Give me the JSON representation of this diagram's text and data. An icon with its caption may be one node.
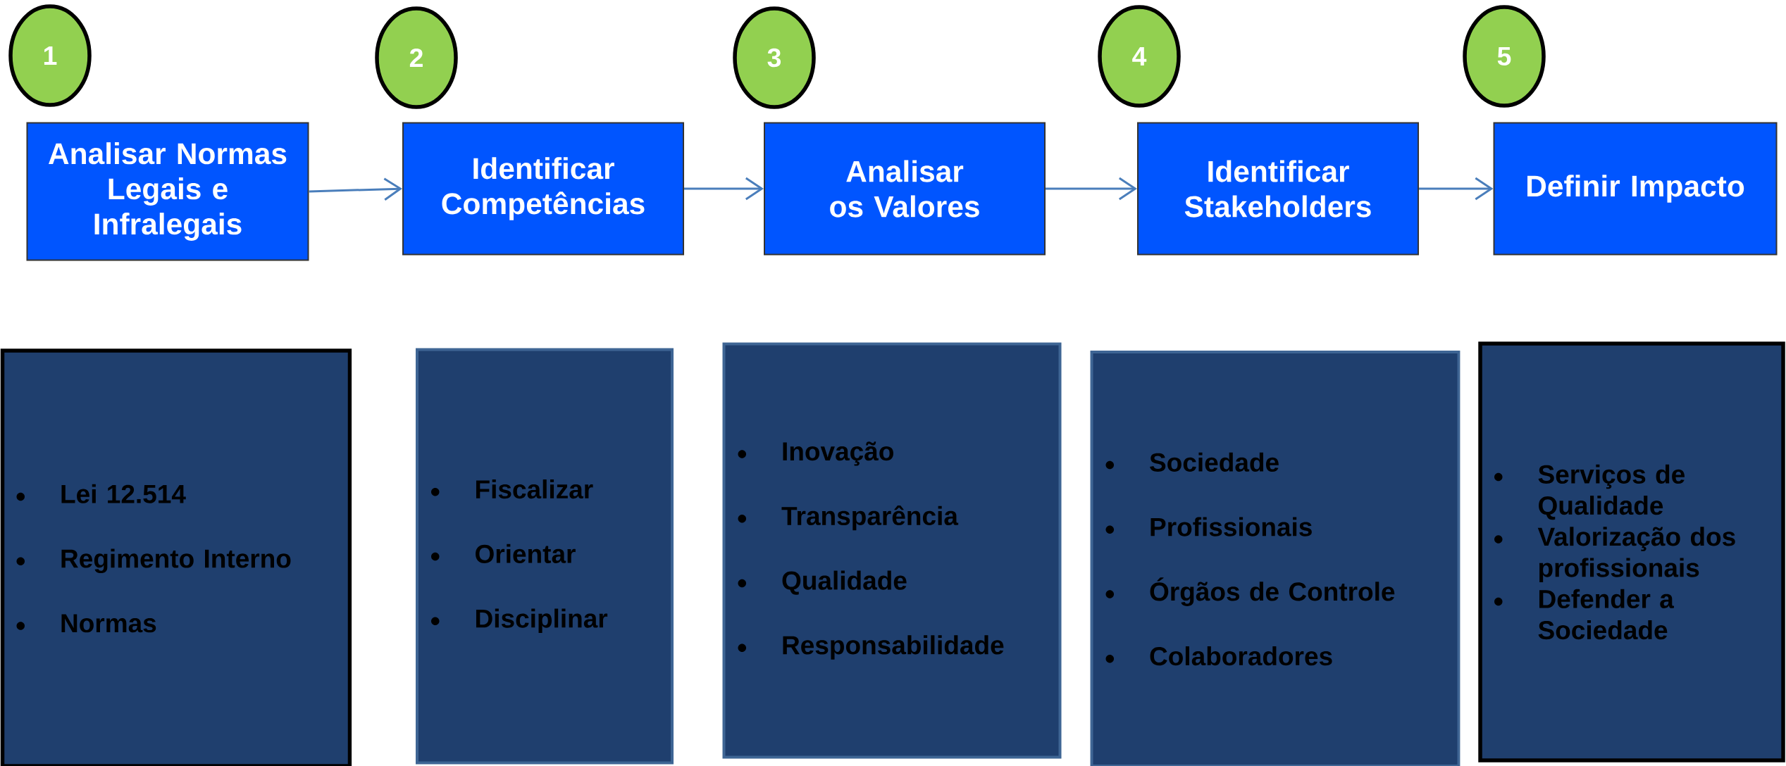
{
  "diagram": {
    "nodes": [
      {
        "text": [
          "1"
        ]
      },
      {
        "text": [
          "2"
        ]
      },
      {
        "text": [
          "3"
        ]
      },
      {
        "text": [
          "4"
        ]
      },
      {
        "text": [
          "5"
        ]
      },
      {
        "text": [
          "Analisar Normas Legais e Infralegais"
        ]
      },
      {
        "text": [
          "Identificar Competências"
        ]
      },
      {
        "text": [
          "Analisar os Valores"
        ]
      },
      {
        "text": [
          "Identificar Stakeholders"
        ]
      },
      {
        "text": [
          "Definir Impacto"
        ]
      },
      {
        "text": [
          "Lei 12.514",
          "Regimento Interno",
          "Normas"
        ]
      },
      {
        "text": [
          "Fiscalizar",
          "Orientar",
          "Disciplinar"
        ]
      },
      {
        "text": [
          "Inovação",
          "Transparência",
          "Qualidade",
          "Responsabilidade"
        ]
      },
      {
        "text": [
          "Sociedade",
          "Profissionais",
          "Órgãos de Controle",
          "Colaboradores"
        ]
      },
      {
        "text": [
          "Serviços de Qualidade",
          "Valorização dos profissionais",
          "Defender a Sociedade"
        ]
      }
    ],
    "edges": [
      {
        "from": 5,
        "to": 6,
        "arrow": "to"
      },
      {
        "from": 6,
        "to": 7,
        "arrow": "to"
      },
      {
        "from": 7,
        "to": 8,
        "arrow": "to"
      },
      {
        "from": 8,
        "to": 9,
        "arrow": "to"
      }
    ]
  }
}
